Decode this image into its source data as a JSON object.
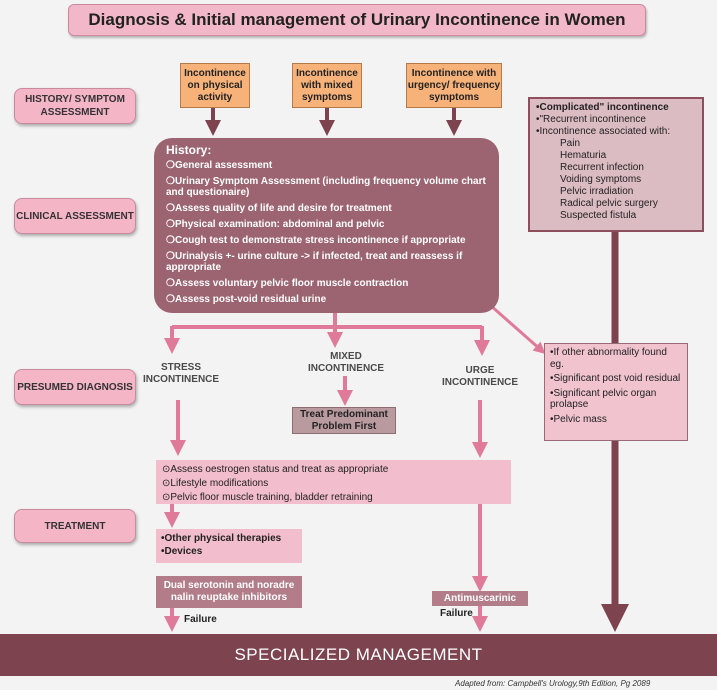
{
  "title": "Diagnosis & Initial management of Urinary Incontinence in Women",
  "stages": {
    "history": "HISTORY/ SYMPTOM ASSESSMENT",
    "clinical": "CLINICAL ASSESSMENT",
    "presumed": "PRESUMED DIAGNOSIS",
    "treatment": "TREATMENT"
  },
  "symptoms": [
    "Incontinence on physical activity",
    "Incontinence with mixed symptoms",
    "Incontinence with urgency/ frequency symptoms"
  ],
  "history_box": {
    "heading": "History:",
    "items": [
      "General assessment",
      "Urinary Symptom Assessment (including frequency volume chart and questionaire)",
      "Assess quality of life and desire for treatment",
      "Physical examination: abdominal and pelvic",
      "Cough test to demonstrate stress incontinence if appropriate",
      "Urinalysis +- urine culture -> if infected, treat and reassess if appropriate",
      "Assess voluntary pelvic floor muscle contraction",
      "Assess post-void residual urine"
    ]
  },
  "complicated": {
    "heading": "•Complicated\" incontinence",
    "lines": [
      "•\"Recurrent incontinence",
      "•Incontinence associated with:"
    ],
    "sub": [
      "Pain",
      "Hematuria",
      "Recurrent infection",
      "Voiding symptoms",
      "Pelvic irradiation",
      "Radical pelvic surgery",
      "Suspected fistula"
    ]
  },
  "abnormality": [
    "If other abnormality found eg.",
    "Significant post void residual",
    "Significant pelvic organ prolapse",
    "Pelvic mass"
  ],
  "diagnoses": {
    "stress": "STRESS INCONTINENCE",
    "mixed": "MIXED INCONTINENCE",
    "urge": "URGE INCONTINENCE"
  },
  "treat_predominant": "Treat Predominant Problem First",
  "treatment_common": [
    "Assess oestrogen status and treat as appropriate",
    "Lifestyle modifications",
    "Pelvic floor muscle training, bladder retraining"
  ],
  "treatment_stress": [
    "•Other physical therapies",
    "•Devices"
  ],
  "drug_stress": "Dual serotonin and noradre nalin reuptake inhibitors",
  "drug_urge": "Antimuscarinic",
  "failure": "Failure",
  "specialized": "SPECIALIZED MANAGEMENT",
  "footer": "Adapted from: Campbell's Urology,9th Edition, Pg 2089",
  "colors": {
    "pink": "#f2b8c9",
    "mauve": "#9c6470",
    "dark": "#7d434f",
    "orange": "#f7b27a",
    "arrow": "#e07a9a"
  }
}
